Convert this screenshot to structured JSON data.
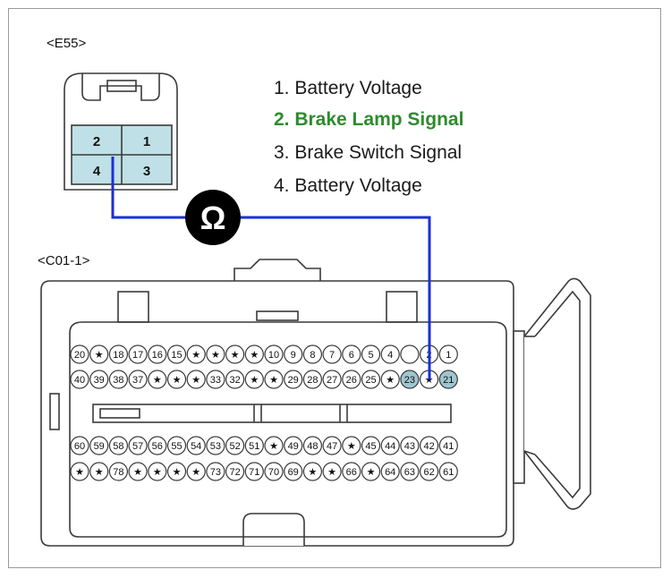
{
  "e55": {
    "label": "<E55>",
    "pins": {
      "p1": "1",
      "p2": "2",
      "p3": "3",
      "p4": "4"
    }
  },
  "c01": {
    "label": "<C01-1>"
  },
  "legend": {
    "items": [
      {
        "text": "1. Battery Voltage",
        "color": "#1a1a1a",
        "bold": false
      },
      {
        "text": "2. Brake Lamp Signal",
        "color": "#2e8b2e",
        "bold": true
      },
      {
        "text": "3. Brake Switch Signal",
        "color": "#1a1a1a",
        "bold": false
      },
      {
        "text": "4. Battery Voltage",
        "color": "#1a1a1a",
        "bold": false
      }
    ]
  },
  "meter": {
    "symbol": "Ω"
  },
  "colors": {
    "wire": "#1a2fd6",
    "pin_highlight": "#bfe0e6",
    "pin_highlight_c01": "#9fc6cf",
    "outline": "#3a3a3a"
  },
  "pin_rows": {
    "row1": [
      "20",
      "★",
      "18",
      "17",
      "16",
      "15",
      "★",
      "★",
      "★",
      "★",
      "10",
      "9",
      "8",
      "7",
      "6",
      "5",
      "4",
      "",
      "2",
      "1"
    ],
    "row2": [
      "40",
      "39",
      "38",
      "37",
      "★",
      "★",
      "★",
      "33",
      "32",
      "★",
      "★",
      "29",
      "28",
      "27",
      "26",
      "25",
      "★",
      "23",
      "★",
      "21"
    ],
    "row3": [
      "60",
      "59",
      "58",
      "57",
      "56",
      "55",
      "54",
      "53",
      "52",
      "51",
      "★",
      "49",
      "48",
      "47",
      "★",
      "45",
      "44",
      "43",
      "42",
      "41"
    ],
    "row4": [
      "★",
      "★",
      "78",
      "★",
      "★",
      "★",
      "★",
      "73",
      "72",
      "71",
      "70",
      "69",
      "★",
      "★",
      "66",
      "★",
      "64",
      "63",
      "62",
      "61"
    ]
  },
  "highlighted_pins": [
    "23",
    "21"
  ]
}
